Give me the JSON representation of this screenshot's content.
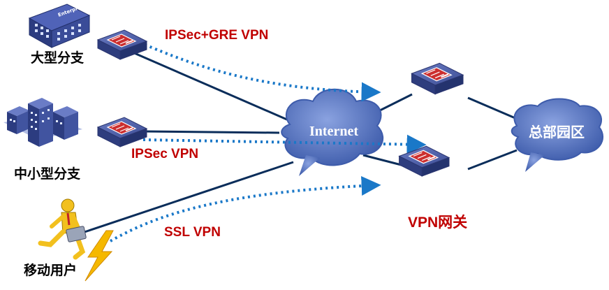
{
  "sites": {
    "large_branch": "大型分支",
    "small_branch": "中小型分支",
    "mobile_user": "移动用户"
  },
  "vpn_types": {
    "ipsec_gre": "IPSec+GRE VPN",
    "ipsec": "IPSec VPN",
    "ssl": "SSL VPN"
  },
  "internet": "Internet",
  "headquarters": "总部园区",
  "gateway": "VPN网关",
  "building_sign": "Enterprise",
  "colors": {
    "vpn_text": "#c00000",
    "tunnel": "#1a78c8",
    "link": "#0a2d5a",
    "cloud": "#4a6ab8",
    "device": "#3f4f95",
    "firewall": "#cc2f2f"
  }
}
